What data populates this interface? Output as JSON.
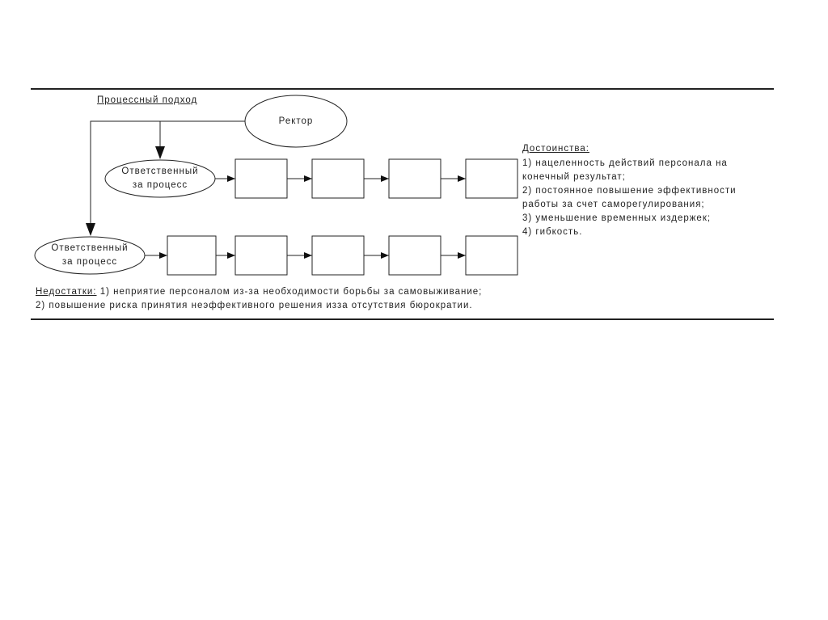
{
  "title": "Процессный подход",
  "rector": "Ректор",
  "owner_line1": "Ответственный",
  "owner_line2": "за процесс",
  "advantages": {
    "heading": "Достоинства:",
    "lines": [
      "1) нацеленность действий персонала на",
      "конечный  результат;",
      "2) постоянное повышение эффективности",
      "работы за счет  саморегулирования;",
      "3)  уменьшение временных издержек;",
      "4) гибкость."
    ]
  },
  "disadvantages": {
    "heading": "Недостатки:",
    "line1": " 1) неприятие персоналом из-за необходимости борьбы за самовыживание;",
    "line2": "2) повышение риска принятия неэффективного решения изза отсутствия бюрократии."
  }
}
